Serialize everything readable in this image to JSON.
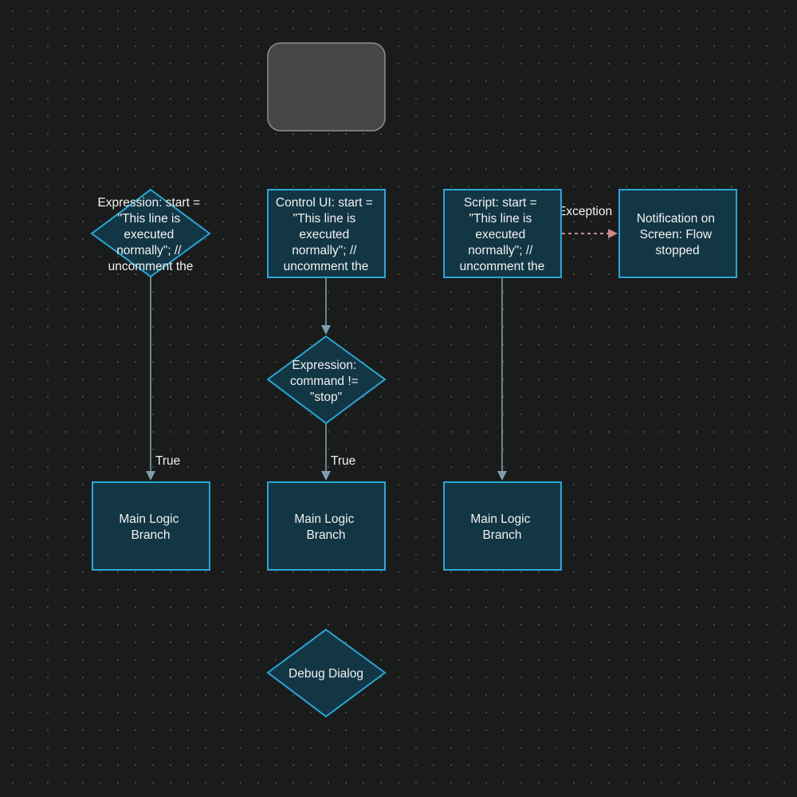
{
  "canvas": {
    "background": "#1a1c1b",
    "node_fill": "#133644",
    "node_stroke": "#2aa7d6",
    "edge_color": "#7f9dae",
    "exception_color": "#c98b8b",
    "start_fill": "#464646"
  },
  "nodes": {
    "start": {
      "label": ""
    },
    "expr_start": {
      "lines": [
        "Expression: start =",
        "\"This line is",
        "executed",
        "normally\"; //",
        "uncomment the"
      ]
    },
    "control_ui": {
      "lines": [
        "Control UI: start =",
        "\"This line is",
        "executed",
        "normally\"; //",
        "uncomment the"
      ]
    },
    "script": {
      "lines": [
        "Script: start =",
        "\"This line is",
        "executed",
        "normally\"; //",
        "uncomment the"
      ]
    },
    "notification": {
      "lines": [
        "Notification on",
        "Screen: Flow",
        "stopped"
      ]
    },
    "expr_command": {
      "lines": [
        "Expression:",
        "command !=",
        "\"stop\""
      ]
    },
    "main_logic_1": {
      "lines": [
        "Main Logic",
        "Branch"
      ]
    },
    "main_logic_2": {
      "lines": [
        "Main Logic",
        "Branch"
      ]
    },
    "main_logic_3": {
      "lines": [
        "Main Logic",
        "Branch"
      ]
    },
    "debug_dialog": {
      "lines": [
        "Debug Dialog"
      ]
    }
  },
  "edges": {
    "expr_to_main_label": "True",
    "command_to_main_label": "True",
    "script_to_notification_label": "Exception"
  }
}
